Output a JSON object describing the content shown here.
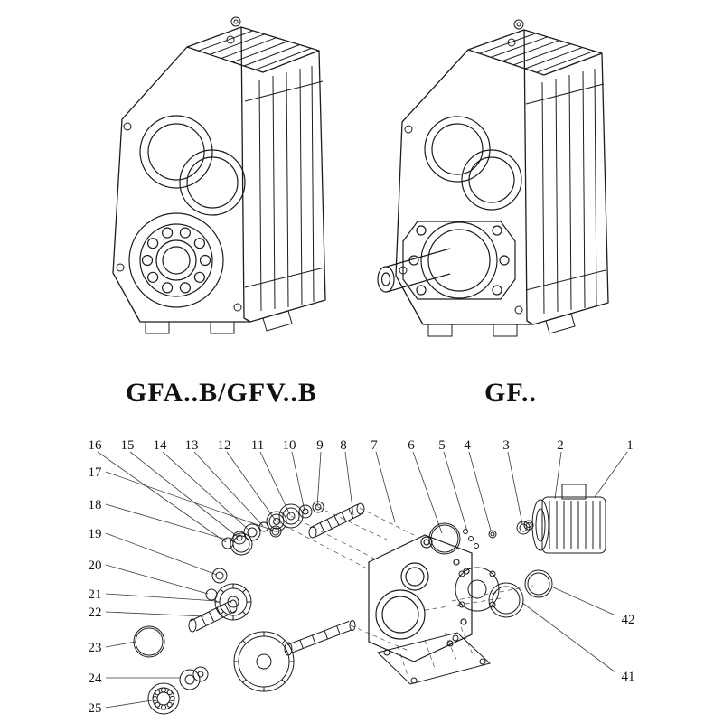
{
  "products": [
    {
      "id": "gfab",
      "caption": "GFA..B/GFV..B"
    },
    {
      "id": "gf",
      "caption": "GF.."
    }
  ],
  "exploded": {
    "top_labels": [
      "16",
      "15",
      "14",
      "13",
      "12",
      "11",
      "10",
      "9",
      "8",
      "7",
      "6",
      "5",
      "4",
      "3",
      "2",
      "1"
    ],
    "left_labels": [
      "17",
      "18",
      "19",
      "20",
      "21",
      "22",
      "23",
      "24",
      "25"
    ],
    "right_labels": [
      "42",
      "41"
    ]
  },
  "colors": {
    "line": "#1c1c1c",
    "leader": "#3a3a3a"
  }
}
